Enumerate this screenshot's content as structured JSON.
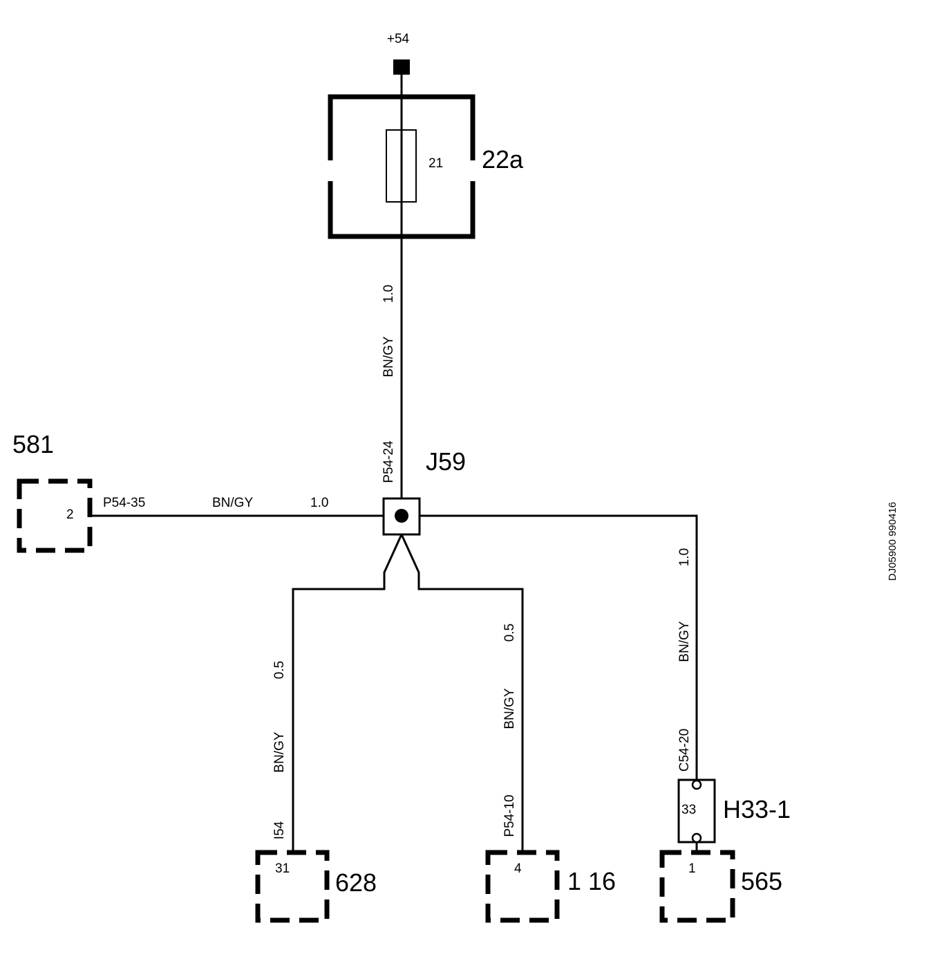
{
  "supply": {
    "label": "+54"
  },
  "fuse": {
    "component_id": "22a",
    "fuse_number": "21"
  },
  "main_wire": {
    "size": "1.0",
    "color": "BN/GY",
    "connector": "P54-24"
  },
  "junction": {
    "id": "J59"
  },
  "left_branch": {
    "component_id": "581",
    "pin": "2",
    "connector": "P54-35",
    "color": "BN/GY",
    "size": "1.0"
  },
  "branch_628": {
    "size": "0.5",
    "color": "BN/GY",
    "connector": "I54",
    "pin": "31",
    "component_id": "628"
  },
  "branch_116": {
    "size": "0.5",
    "color": "BN/GY",
    "connector": "P54-10",
    "pin": "4",
    "component_id": "1 16"
  },
  "branch_565": {
    "size": "1.0",
    "color": "BN/GY",
    "connector": "C54-20",
    "inline_connector": "H33-1",
    "inline_pin": "33",
    "pin": "1",
    "component_id": "565"
  },
  "doc_ref": "DJ05900 990416"
}
